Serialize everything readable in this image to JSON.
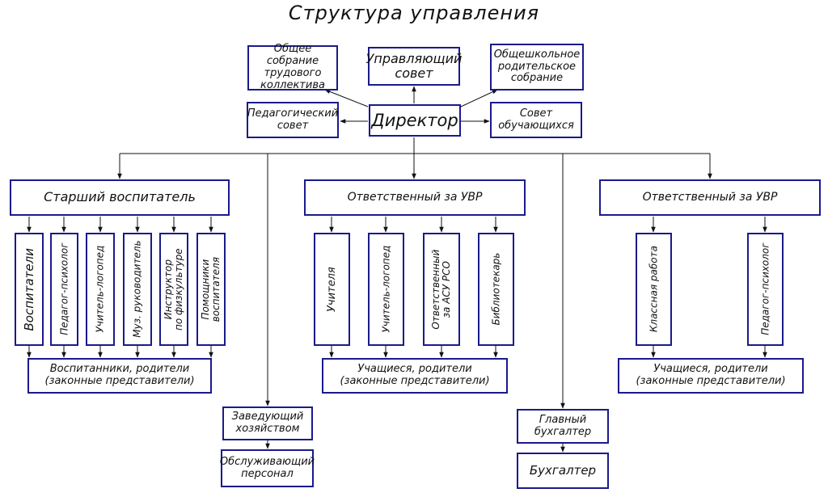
{
  "title": "Структура управления",
  "top": {
    "general_meeting": "Общее собрание\nтрудового\nколлектива",
    "governing_council": "Управляющий\nсовет",
    "parents_meeting": "Общешкольное\nродительское\nсобрание",
    "ped_council": "Педагогический\nсовет",
    "director": "Директор",
    "student_council": "Совет\nобучающихся"
  },
  "branch1": {
    "head": "Старший воспитатель",
    "staff": [
      "Воспитатели",
      "Педагог-психолог",
      "Учитель-логопед",
      "Муз. руководитель",
      "Инструктор\nпо физкультуре",
      "Помощники\nвоспитателя"
    ],
    "bottom": "Воспитанники, родители\n(законные представители)"
  },
  "branch2": {
    "head": "Ответственный за УВР",
    "staff": [
      "Учителя",
      "Учитель-логопед",
      "Ответственный\nза АСУ РСО",
      "Библиотекарь"
    ],
    "bottom": "Учащиеся, родители\n(законные представители)"
  },
  "branch3": {
    "head": "Ответственный за УВР",
    "staff": [
      "Классная работа",
      "Педагог-психолог"
    ],
    "bottom": "Учащиеся, родители\n(законные представители)"
  },
  "household": {
    "head": "Заведующий\nхозяйством",
    "staff": "Обслуживающий\nперсонал"
  },
  "accounting": {
    "head": "Главный\nбухгалтер",
    "staff": "Бухгалтер"
  }
}
